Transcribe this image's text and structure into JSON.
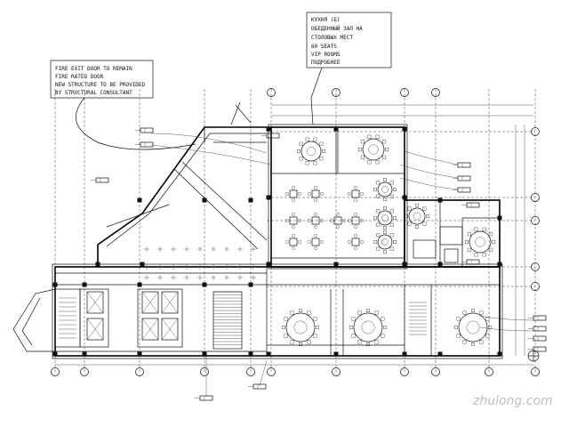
{
  "callout_top": {
    "lines": [
      "КУХНЯ (Б)",
      "ОБЕДЕННЫЙ ЗАЛ НА",
      "СТОЛОВЫХ МЕСТ",
      "60 SEATS",
      "VIP ROOMS",
      "ПОДРОБНЕЕ"
    ]
  },
  "callout_left": {
    "lines": [
      "FIRE EXIT DOOR TO REMAIN",
      "FIRE RATED DOOR",
      "NEW STRUCTURE TO BE PROVIDED",
      "BY STRUCTURAL CONSULTANT"
    ]
  },
  "watermark": {
    "text": "zhulong.com"
  }
}
